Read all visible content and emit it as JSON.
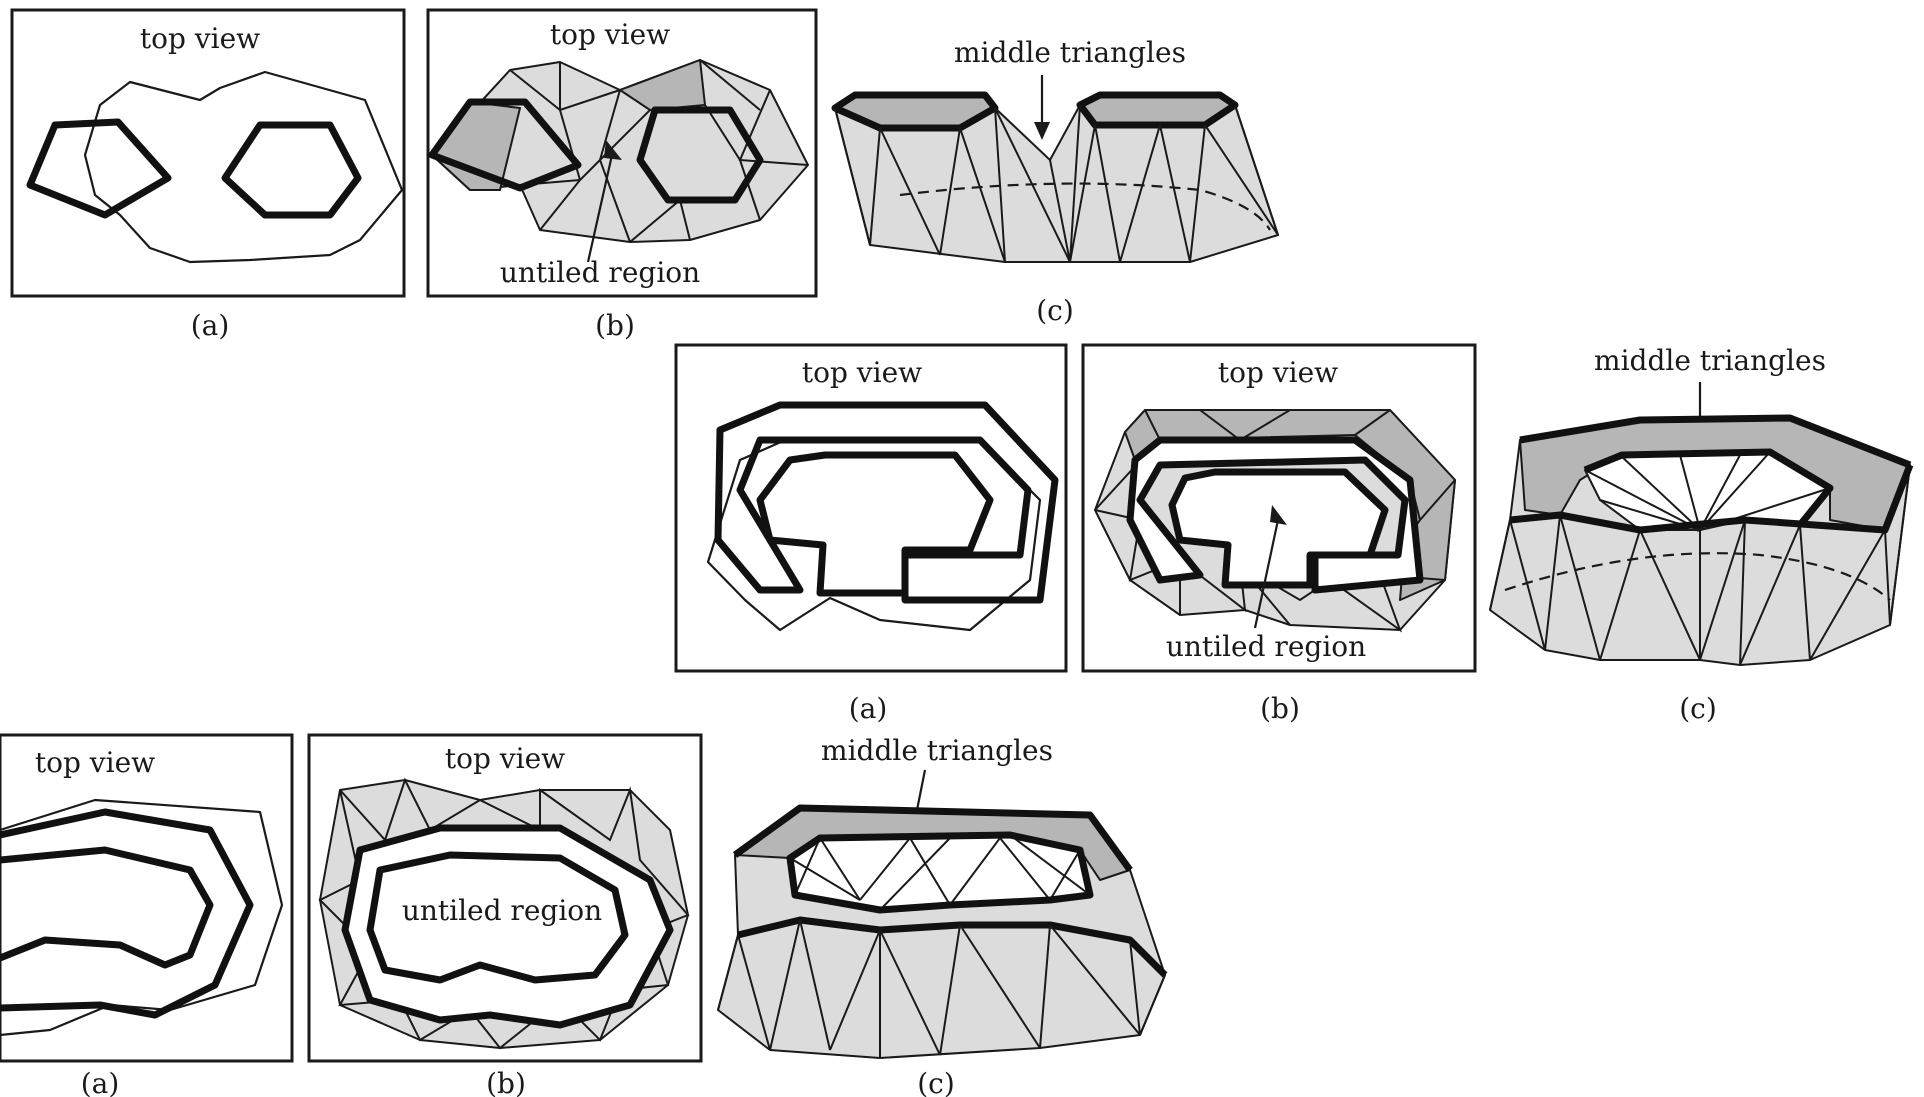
{
  "labels": {
    "top_view": "top view",
    "untiled_region": "untiled region",
    "middle_triangles": "middle triangles",
    "caption_a": "(a)",
    "caption_b": "(b)",
    "caption_c": "(c)"
  },
  "colors": {
    "line": "#1a1a1a",
    "face_light": "#dcdcdc",
    "face_dark": "#b6b6b6",
    "background": "#ffffff"
  }
}
